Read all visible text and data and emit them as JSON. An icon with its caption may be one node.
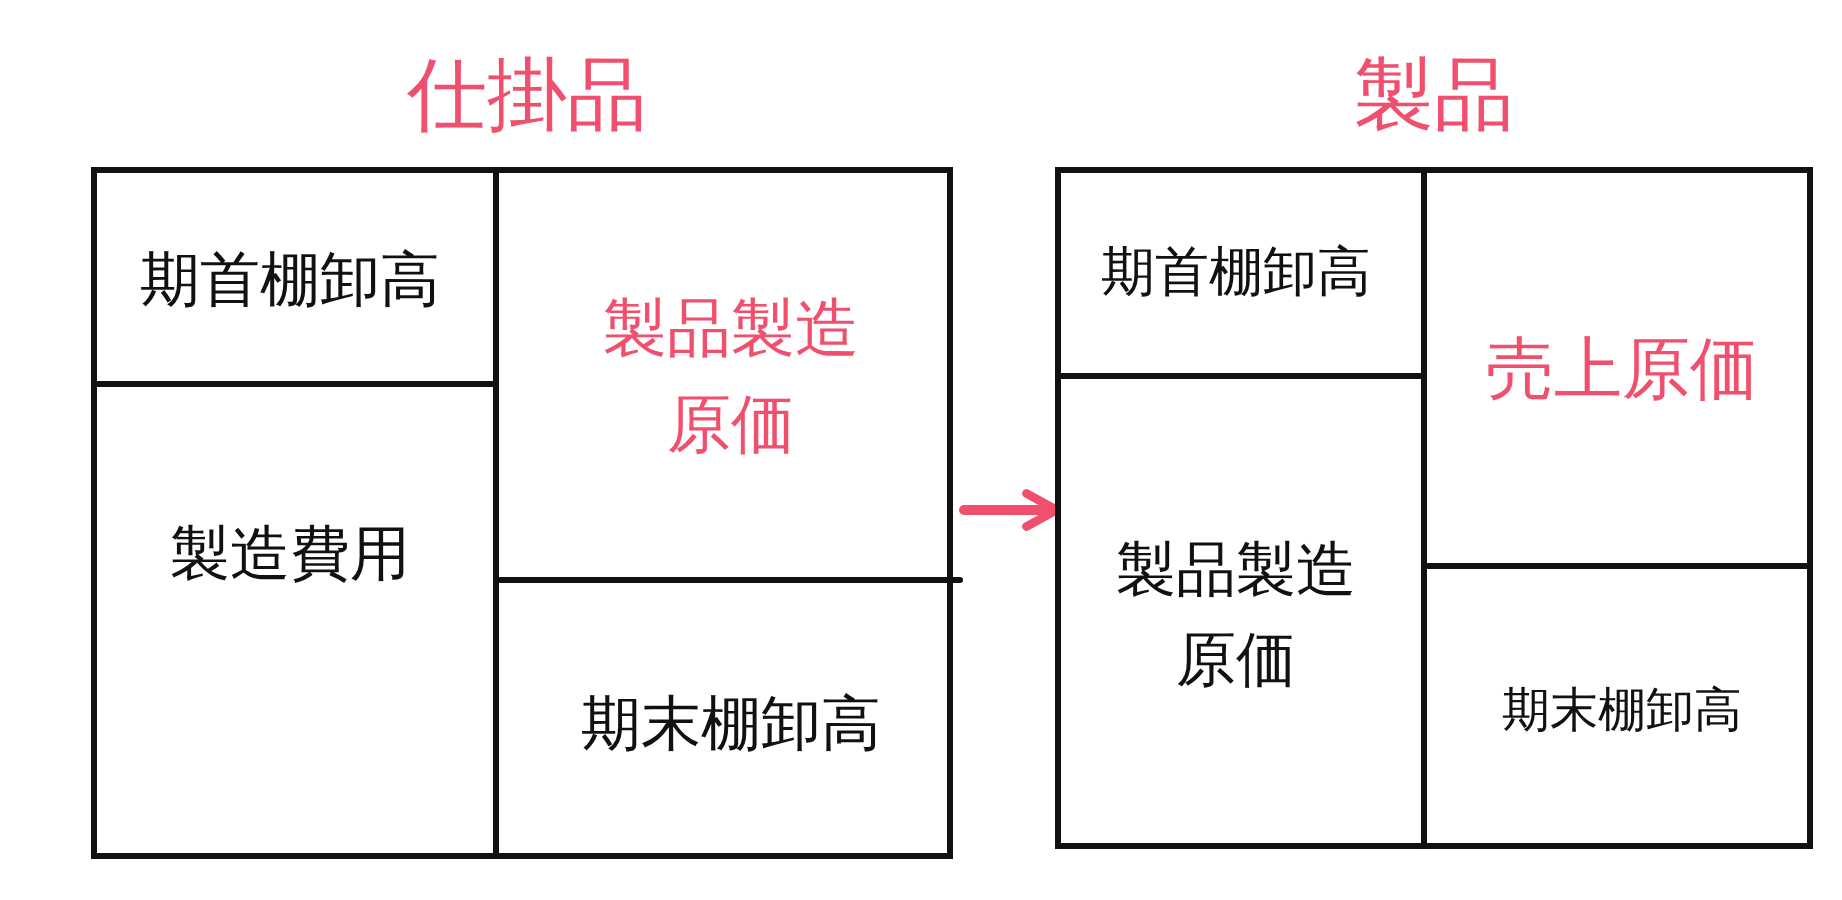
{
  "diagram": {
    "nodes": [
      {
        "text": [
          "仕掛品"
        ]
      },
      {
        "text": [
          "期首棚卸高"
        ],
        "in": 0
      },
      {
        "text": [
          "製造費用"
        ],
        "in": 0
      },
      {
        "text": [
          "製品製造原価"
        ],
        "in": 0
      },
      {
        "text": [
          "期末棚卸高"
        ],
        "in": 0
      },
      {
        "text": [
          "製品"
        ]
      },
      {
        "text": [
          "期首棚卸高"
        ],
        "in": 5
      },
      {
        "text": [
          "製品製造原価"
        ],
        "in": 5
      },
      {
        "text": [
          "売上原価"
        ],
        "in": 5
      },
      {
        "text": [
          "期末棚卸高"
        ],
        "in": 5
      }
    ],
    "edges": [
      {
        "from": 0,
        "to": 5,
        "arrow": "to",
        "color": "#f0506e"
      }
    ]
  }
}
